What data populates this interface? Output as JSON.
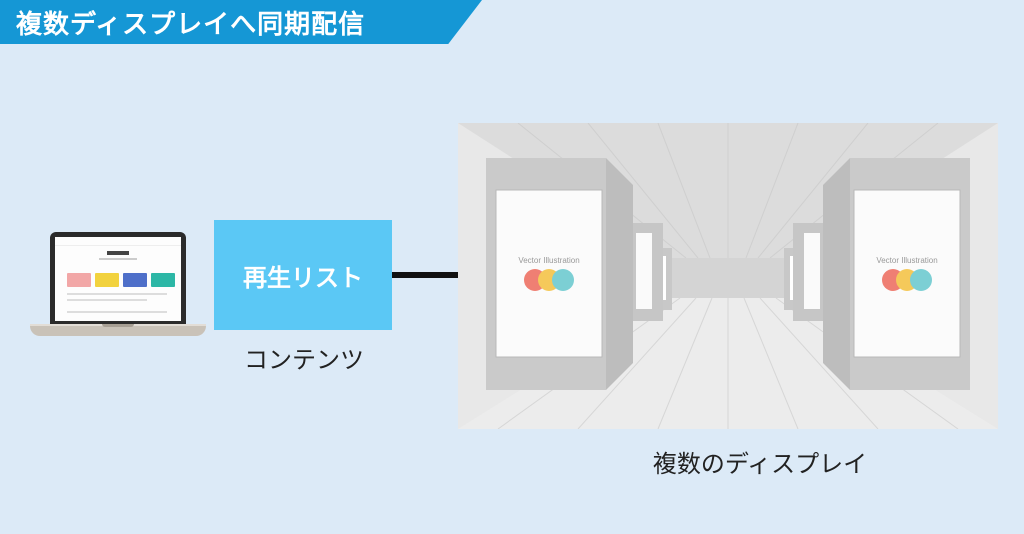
{
  "header": {
    "title": "複数ディスプレイへ同期配信"
  },
  "playlist": {
    "label": "再生リスト"
  },
  "content": {
    "label": "コンテンツ"
  },
  "displays": {
    "label": "複数のディスプレイ",
    "screen_text": "Vector Illustration"
  },
  "colors": {
    "banner": "#1597d5",
    "playlist": "#5bc8f5",
    "background": "#dceaf7",
    "circle_red": "#ef7f73",
    "circle_yellow": "#f5c95a",
    "circle_teal": "#7ccfd4"
  }
}
